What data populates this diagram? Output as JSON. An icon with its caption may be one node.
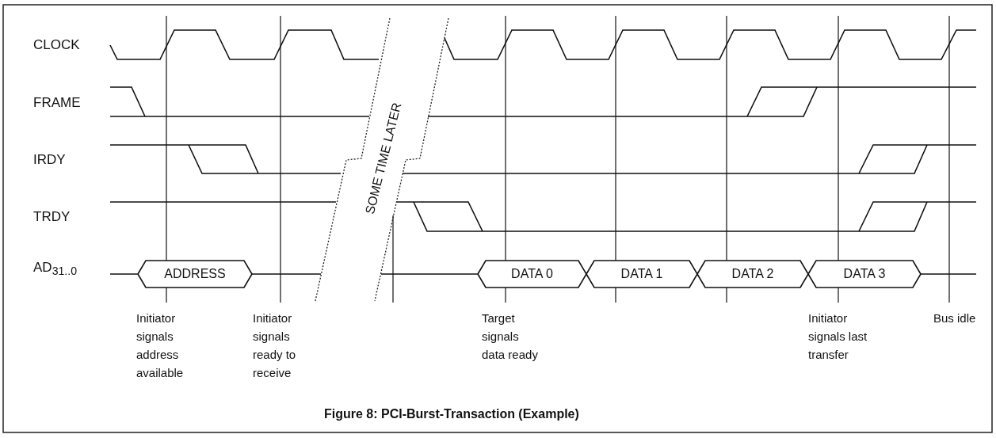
{
  "diagram": {
    "caption": "Figure 8: PCI-Burst-Transaction (Example)",
    "nodes": [
      {
        "text": [
          "ADDRESS"
        ]
      },
      {
        "text": [
          "DATA 0"
        ]
      },
      {
        "text": [
          "DATA 1"
        ]
      },
      {
        "text": [
          "DATA 2"
        ]
      },
      {
        "text": [
          "DATA 3"
        ]
      }
    ],
    "edges": [],
    "labels": [
      "CLOCK",
      "FRAME",
      "IRDY",
      "TRDY",
      "AD$_{31..0}$",
      "SOME TIME LATER",
      "Initiator signals address available",
      "Initiator signals ready to receive",
      "Target signals data ready",
      "Initiator signals last transfer",
      "Bus idle"
    ]
  }
}
